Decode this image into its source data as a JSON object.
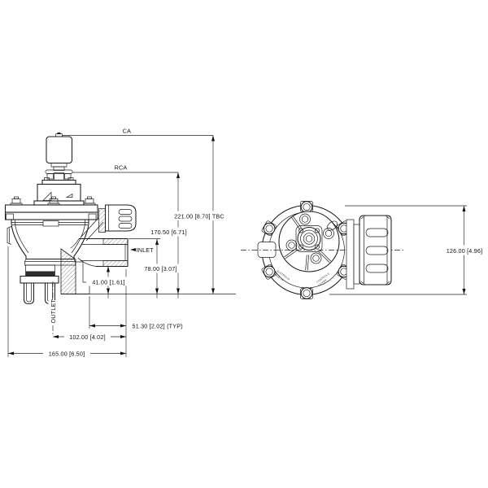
{
  "drawing": {
    "title_labels": {
      "ca": "CA",
      "rca": "RCA",
      "inlet": "INLET",
      "outlet": "OUTLET"
    },
    "dimensions": {
      "total_height": "221.00 [8.70] TBC",
      "rca_height": "170.50 [6.71]",
      "inlet_center_height": "78.00 [3.07]",
      "inlet_flange_height": "41.00 [1.61]",
      "port_face_offset": "51.30 [2.02] (TYP)",
      "outlet_to_inlet_face": "102.00 [4.02]",
      "overall_length": "165.00 [6.50]",
      "top_view_height": "126.00 [4.96]"
    },
    "embossed": {
      "left_line1": "MADE IN",
      "left_line2": "AUSTRALIA",
      "right_line1": "GOYEN",
      "right_line2": "CONTROLS"
    }
  }
}
